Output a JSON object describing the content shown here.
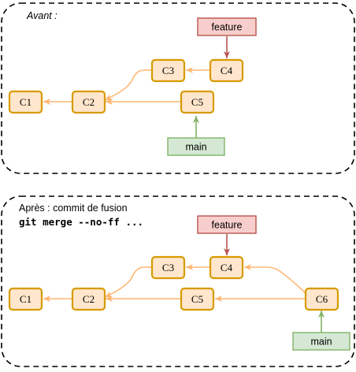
{
  "panels": {
    "before": {
      "title": "Avant :"
    },
    "after": {
      "title": "Après : commit de fusion",
      "command": "git merge --no-ff ..."
    }
  },
  "commits": {
    "c1": "C1",
    "c2": "C2",
    "c3": "C3",
    "c4": "C4",
    "c5": "C5",
    "c6": "C6"
  },
  "refs": {
    "feature": "feature",
    "main": "main"
  },
  "colors": {
    "commit_fill": "#ffe6cc",
    "commit_border": "#d79b00",
    "edge": "#ffb570",
    "feature_fill": "#f8cecc",
    "feature_border": "#b85450",
    "main_fill": "#d5e8d4",
    "main_border": "#82b366"
  }
}
